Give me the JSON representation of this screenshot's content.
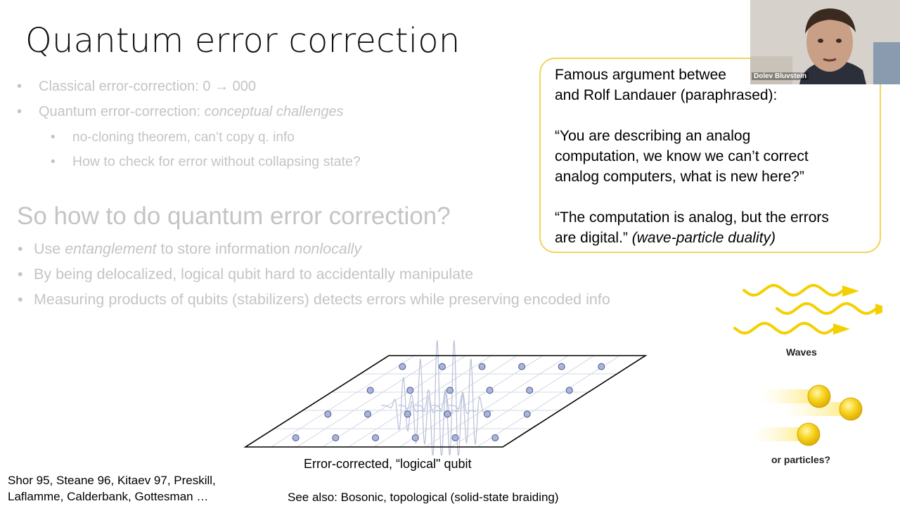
{
  "slide": {
    "title": "Quantum error correction",
    "bullets_top": [
      {
        "level": 1,
        "text": "Classical error-correction: 0 → 000"
      },
      {
        "level": 1,
        "prefix": "Quantum error-correction: ",
        "emph": "conceptual challenges"
      },
      {
        "level": 2,
        "text": "no-cloning theorem, can’t copy q. info"
      },
      {
        "level": 2,
        "text": "How to check for error without collapsing state?"
      }
    ],
    "subheading": "So how to do quantum error correction?",
    "bullets_bottom": [
      {
        "parts": [
          "Use ",
          "entanglement",
          " to store information ",
          "nonlocally"
        ]
      },
      {
        "text": "By being delocalized, logical qubit hard to accidentally manipulate"
      },
      {
        "text": "Measuring products of qubits (stabilizers) detects errors while preserving encoded info"
      }
    ],
    "bullet_symbol": "•",
    "argument_box": {
      "intro_line1": "Famous argument betwee",
      "intro_line2": "and Rolf Landauer (paraphrased):",
      "quote1_line1": "“You are describing an analog",
      "quote1_line2": "computation, we know we can’t correct",
      "quote1_line3": "analog computers, what is new here?”",
      "quote2_line1": "“The computation is analog, but the errors",
      "quote2_line2": "are digital.” ",
      "quote2_emph": "(wave-particle duality)"
    },
    "lattice_caption": "Error-corrected, “logical\" qubit",
    "references_line1": "Shor 95, Steane 96, Kitaev 97, Preskill,",
    "references_line2": "Laflamme, Calderbank, Gottesman …",
    "see_also": "See also: Bosonic, topological (solid-state braiding)",
    "waves_label": "Waves",
    "particles_label": "or particles?"
  },
  "webcam": {
    "participant_name": "Dolev Bluvstein"
  },
  "colors": {
    "faded_text": "#c4c4c4",
    "box_border": "#f2d35a",
    "wave_yellow": "#f5d000",
    "qubit_fill": "#aab4dc"
  }
}
